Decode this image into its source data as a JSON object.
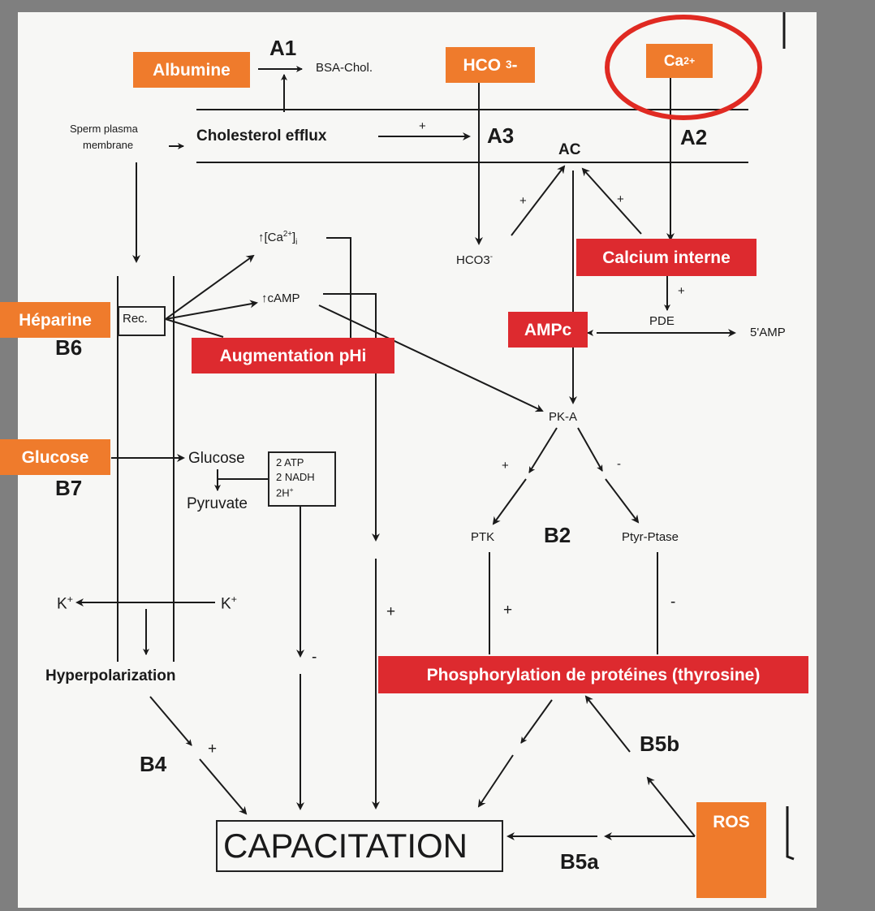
{
  "diagram": {
    "nodes": {
      "a1": "A1",
      "bsa_chol": "BSA-Chol.",
      "sperm_membrane_line1": "Sperm plasma",
      "sperm_membrane_line2": "membrane",
      "cholesterol_efflux": "Cholesterol  efflux",
      "a3": "A3",
      "ac": "AC",
      "a2": "A2",
      "hco3": "HCO3",
      "ca_i": "[Ca",
      "ca_i_sup": "2+",
      "ca_i_sub": "i",
      "camp": "cAMP",
      "rec": "Rec.",
      "b6": "B6",
      "pde": "PDE",
      "amp5": "5'AMP",
      "pka": "PK-A",
      "glucose": "Glucose",
      "pyruvate": "Pyruvate",
      "atp_box_1": "2 ATP",
      "atp_box_2": "2 NADH",
      "atp_box_3": "2H",
      "b7": "B7",
      "ptk": "PTK",
      "b2": "B2",
      "ptyr_ptase": "Ptyr-Ptase",
      "k_left": "K",
      "k_right": "K",
      "k_sup": "+",
      "hyperpolarization": "Hyperpolarization",
      "b4": "B4",
      "b5b": "B5b",
      "capacitation": "CAPACITATION",
      "b5a": "B5a",
      "ros_partial": "R"
    },
    "signs": {
      "plus": "+",
      "minus": "-"
    },
    "overlay_labels": {
      "albumine": "Albumine",
      "hco3": "HCO",
      "hco3_sub": "3",
      "hco3_tail": "-",
      "ca2": "Ca",
      "ca2_sup": "2+",
      "calcium_interne": "Calcium interne",
      "heparine": "Héparine",
      "augmentation_phi": "Augmentation pHi",
      "ampc": "AMPc",
      "glucose": "Glucose",
      "phosphorylation": "Phosphorylation de protéines (thyrosine)",
      "ros": "ROS"
    },
    "colors": {
      "orange_label": "#ef7b2c",
      "red_label": "#dd2a2f",
      "highlight_ring": "#e02a22",
      "background": "#7f7f7f",
      "paper": "#f7f7f5"
    }
  }
}
